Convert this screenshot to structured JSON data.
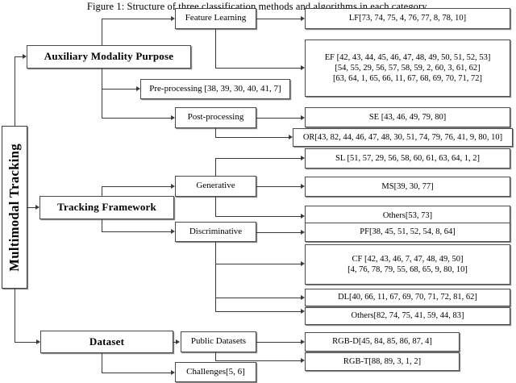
{
  "figure": {
    "caption": "Figure 1: Structure of three classification methods and algorithms in each category."
  },
  "root": {
    "label": "Multimodal Tracking"
  },
  "branches": {
    "auxiliary": {
      "label": "Auxiliary Modality Purpose",
      "children": {
        "feature_learning": {
          "label": "Feature Learning",
          "leaves": {
            "lf": "LF[73, 74, 75, 4, 76, 77, 8, 78, 10]",
            "ef_line1": "EF [42, 43, 44, 45, 46, 47, 48, 49, 50, 51, 52, 53]",
            "ef_line2": "[54, 55, 29, 56, 57, 58, 59, 2, 60, 3, 61, 62]",
            "ef_line3": "[63, 64, 1, 65, 66, 11, 67, 68, 69, 70, 71, 72]"
          }
        },
        "pre_processing": {
          "label": "Pre-processing [38, 39, 30, 40, 41, 7]"
        },
        "post_processing": {
          "label": "Post-processing",
          "leaves": {
            "se": "SE [43, 46, 49, 79, 80]",
            "or": "OR[43, 82, 44, 46, 47, 48, 30, 51, 74, 79, 76, 41, 9, 80, 10]"
          }
        }
      }
    },
    "tracking": {
      "label": "Tracking Framework",
      "children": {
        "generative": {
          "label": "Generative",
          "leaves": {
            "sl": "SL [51, 57, 29, 56, 58, 60, 61, 63, 64, 1, 2]",
            "ms": "MS[39, 30, 77]",
            "others": "Others[53, 73]"
          }
        },
        "discriminative": {
          "label": "Discriminative",
          "leaves": {
            "pf": "PF[38, 45, 51, 52, 54, 8, 64]",
            "cf_line1": "CF [42, 43, 46, 7, 47, 48, 49, 50]",
            "cf_line2": "[4, 76, 78, 79, 55, 68, 65, 9, 80, 10]",
            "dl": "DL[40, 66, 11, 67, 69, 70, 71, 72, 81, 62]",
            "others": "Others[82, 74, 75, 41, 59, 44, 83]"
          }
        }
      }
    },
    "dataset": {
      "label": "Dataset",
      "children": {
        "public_datasets": {
          "label": "Public Datasets",
          "leaves": {
            "rgbd": "RGB-D[45, 84, 85, 86, 87, 4]",
            "rgbt": "RGB-T[88, 89, 3, 1, 2]"
          }
        },
        "challenges": {
          "label": "Challenges[5, 6]"
        }
      }
    }
  },
  "colors": {
    "border": "#4a4a4a",
    "shadow": "#8a8a8a",
    "line": "#3a3a3a",
    "background": "#ffffff",
    "text": "#000000"
  }
}
